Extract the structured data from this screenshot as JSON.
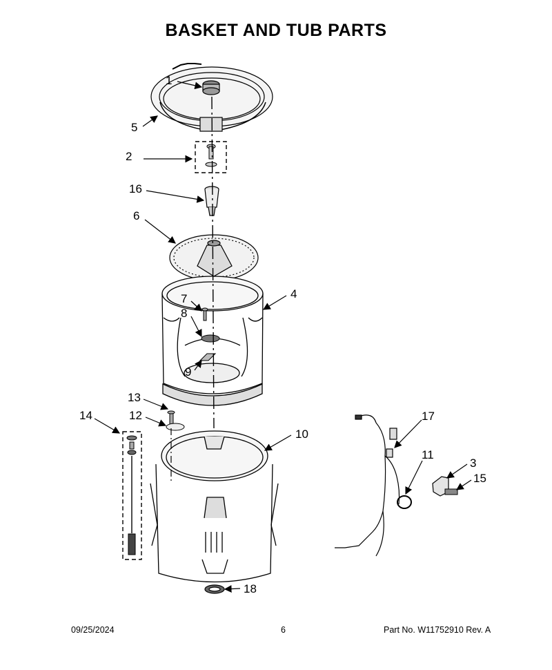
{
  "title": "BASKET AND TUB PARTS",
  "footer": {
    "date": "09/25/2024",
    "page": "6",
    "part": "Part No.  W11752910  Rev.  A"
  },
  "callouts": [
    "1",
    "2",
    "3",
    "4",
    "5",
    "6",
    "7",
    "8",
    "9",
    "10",
    "11",
    "12",
    "13",
    "14",
    "15",
    "16",
    "17",
    "18"
  ]
}
